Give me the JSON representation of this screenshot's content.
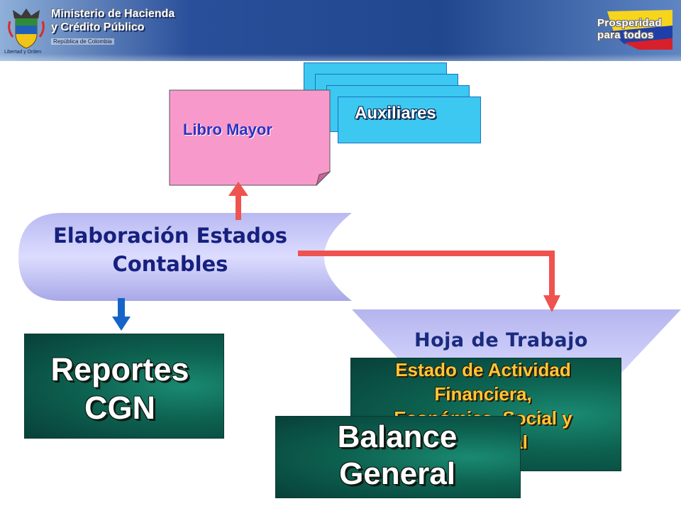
{
  "header": {
    "ministry_line1": "Ministerio de Hacienda",
    "ministry_line2": "y Crédito Público",
    "ministry_line3": "República de Colombia",
    "emblem_motto": "Libertad y Orden",
    "slogan_line1": "Prosperidad",
    "slogan_line2": "para todos",
    "slogan_colors": [
      "#f7d51d",
      "#1f3fa8",
      "#d8202a"
    ]
  },
  "diagram": {
    "libro_mayor": "Libro Mayor",
    "auxiliares": "Auxiliares",
    "elaboracion_line1": "Elaboración Estados",
    "elaboracion_line2": "Contables",
    "hoja_de_trabajo": "Hoja de Trabajo",
    "reportes_line1": "Reportes",
    "reportes_line2": "CGN",
    "estado_line1": "Estado de Actividad",
    "estado_line2": "Financiera,",
    "estado_line3": "Económica, Social y",
    "estado_line4": "Ambiental",
    "balance_line1": "Balance",
    "balance_line2": "General",
    "colors": {
      "red_arrow": "#ef5350",
      "blue_arrow": "#1565c8",
      "green_box": "#0d6250",
      "note_pink": "#f79acb",
      "aux_cyan": "#3cc8f0"
    }
  }
}
